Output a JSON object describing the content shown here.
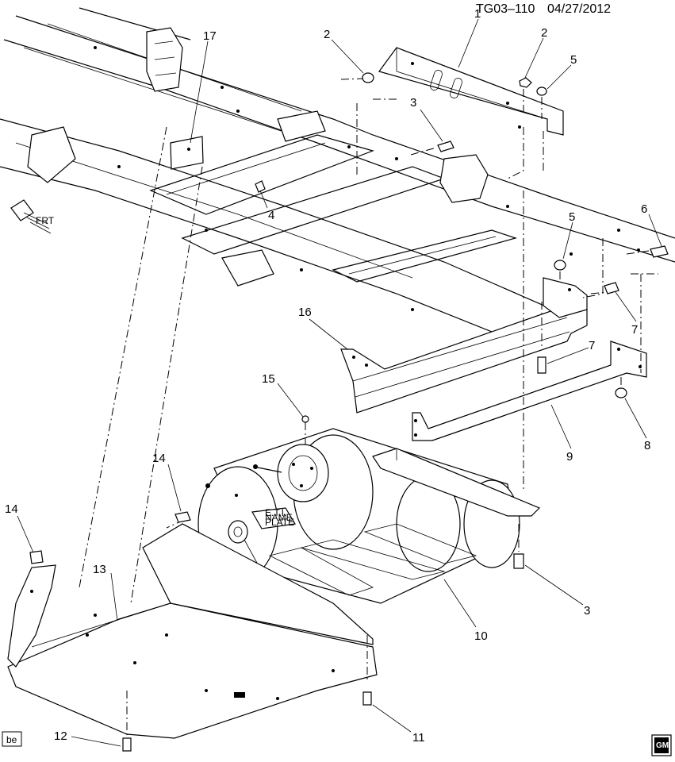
{
  "header": {
    "id_text": "TG03–110",
    "date_text": "04/27/2012"
  },
  "footer": {
    "tag_label": "be",
    "logo_text": "GM"
  },
  "fwd_label": "FRT",
  "plate_text": [
    "E.T.I.",
    "NAME",
    "PLATE"
  ],
  "callouts": [
    {
      "id": "c1",
      "label": "1"
    },
    {
      "id": "c2a",
      "label": "2"
    },
    {
      "id": "c2b",
      "label": "2"
    },
    {
      "id": "c3a",
      "label": "3"
    },
    {
      "id": "c3b",
      "label": "3"
    },
    {
      "id": "c4",
      "label": "4"
    },
    {
      "id": "c5a",
      "label": "5"
    },
    {
      "id": "c5b",
      "label": "5"
    },
    {
      "id": "c6",
      "label": "6"
    },
    {
      "id": "c7a",
      "label": "7"
    },
    {
      "id": "c7b",
      "label": "7"
    },
    {
      "id": "c8",
      "label": "8"
    },
    {
      "id": "c9",
      "label": "9"
    },
    {
      "id": "c10",
      "label": "10"
    },
    {
      "id": "c11",
      "label": "11"
    },
    {
      "id": "c12",
      "label": "12"
    },
    {
      "id": "c13",
      "label": "13"
    },
    {
      "id": "c14a",
      "label": "14"
    },
    {
      "id": "c14b",
      "label": "14"
    },
    {
      "id": "c15",
      "label": "15"
    },
    {
      "id": "c16",
      "label": "16"
    },
    {
      "id": "c17",
      "label": "17"
    }
  ]
}
